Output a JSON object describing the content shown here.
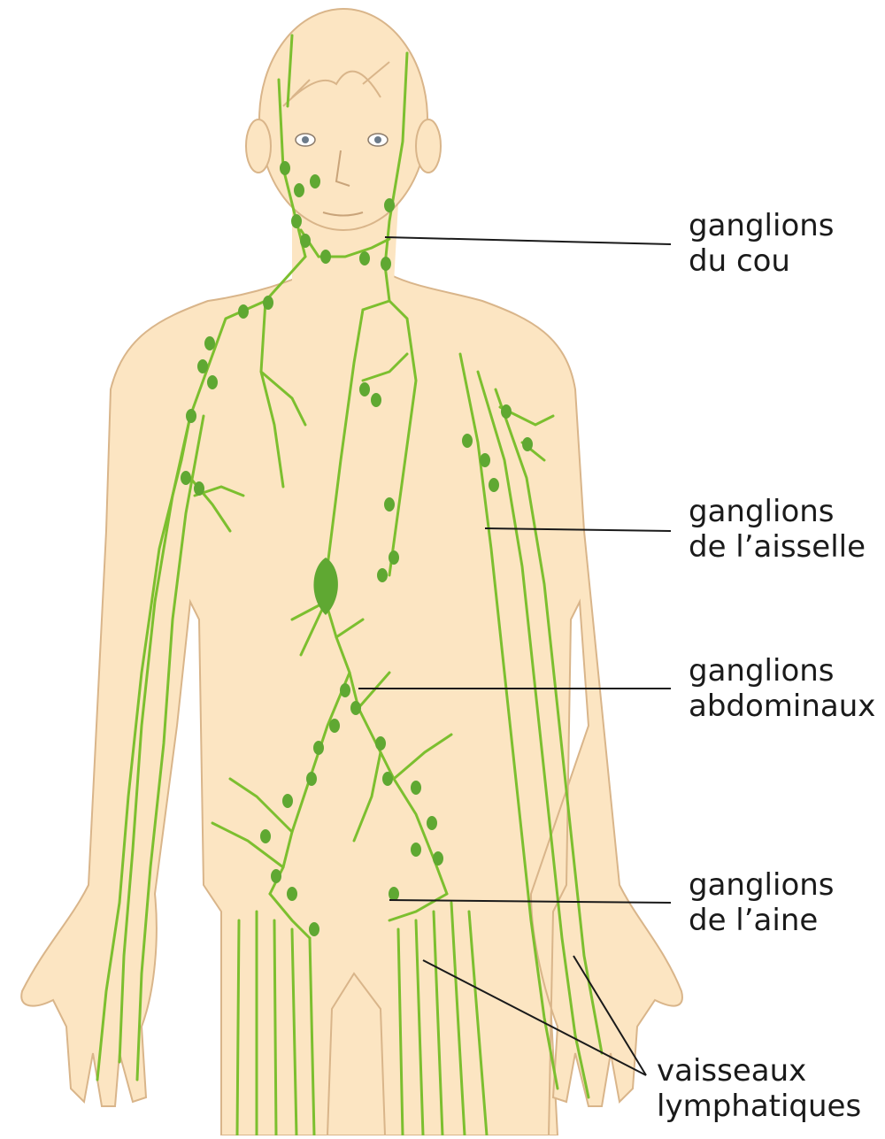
{
  "labels": {
    "neck": {
      "line1": "ganglions",
      "line2": "du cou"
    },
    "armpit": {
      "line1": "ganglions",
      "line2": "de l’aisselle"
    },
    "abdomen": {
      "line1": "ganglions",
      "line2": "abdominaux"
    },
    "groin": {
      "line1": "ganglions",
      "line2": "de l’aine"
    },
    "vessels": {
      "line1": "vaisseaux",
      "line2": "lymphatiques"
    }
  },
  "colors": {
    "skin": "#fce5c2",
    "skin_outline": "#d9b58a",
    "lymph": "#7cbf2f",
    "node": "#5fa832",
    "leader_line": "#1a1a1a"
  }
}
